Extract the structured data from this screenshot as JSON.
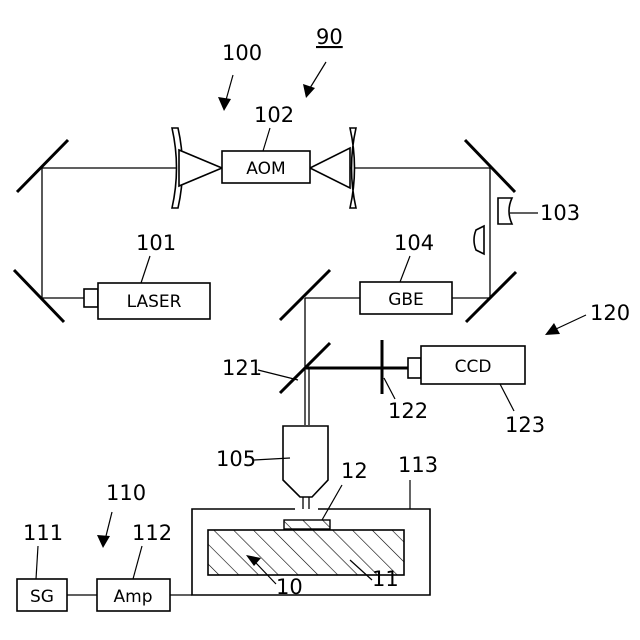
{
  "refs": {
    "r90": "90",
    "r100": "100",
    "r101": "101",
    "r102": "102",
    "r103": "103",
    "r104": "104",
    "r105": "105",
    "r110": "110",
    "r111": "111",
    "r112": "112",
    "r113": "113",
    "r120": "120",
    "r121": "121",
    "r122": "122",
    "r123": "123",
    "r10": "10",
    "r11": "11",
    "r12": "12"
  },
  "boxes": {
    "laser": "LASER",
    "aom": "AOM",
    "gbe": "GBE",
    "ccd": "CCD",
    "sg": "SG",
    "amp": "Amp"
  }
}
